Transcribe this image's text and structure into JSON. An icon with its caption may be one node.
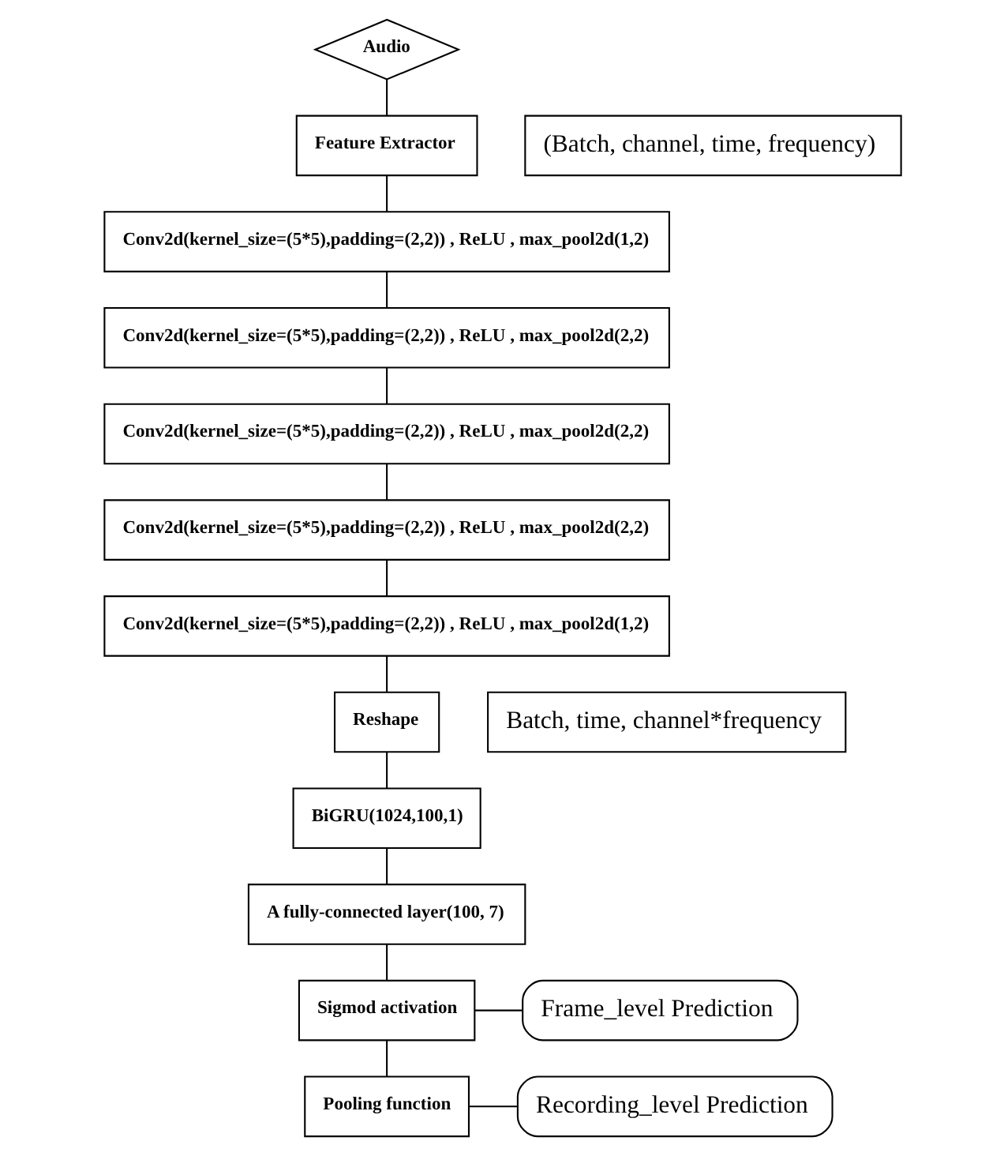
{
  "diagram": {
    "nodes": [
      {
        "text": [
          "Audio"
        ]
      },
      {
        "text": [
          "Feature Extractor"
        ]
      },
      {
        "text": [
          "(Batch, channel, time, frequency)"
        ]
      },
      {
        "text": [
          "Conv2d(kernel_size=(5*5),padding=(2,2)) , ReLU , max_pool2d(1,2)"
        ]
      },
      {
        "text": [
          "Conv2d(kernel_size=(5*5),padding=(2,2)) , ReLU , max_pool2d(2,2)"
        ]
      },
      {
        "text": [
          "Conv2d(kernel_size=(5*5),padding=(2,2)) , ReLU , max_pool2d(2,2)"
        ]
      },
      {
        "text": [
          "Conv2d(kernel_size=(5*5),padding=(2,2)) , ReLU , max_pool2d(2,2)"
        ]
      },
      {
        "text": [
          "Conv2d(kernel_size=(5*5),padding=(2,2)) , ReLU , max_pool2d(1,2)"
        ]
      },
      {
        "text": [
          "Reshape"
        ]
      },
      {
        "text": [
          "Batch, time, channel*frequency"
        ]
      },
      {
        "text": [
          "BiGRU(1024,100,1)"
        ]
      },
      {
        "text": [
          "A fully-connected layer(100, 7)"
        ]
      },
      {
        "text": [
          "Sigmod activation"
        ]
      },
      {
        "text": [
          "Frame_level Prediction"
        ]
      },
      {
        "text": [
          "Pooling function"
        ]
      },
      {
        "text": [
          "Recording_level Prediction"
        ]
      }
    ],
    "edges": [
      {
        "from": 0,
        "to": 1,
        "arrow": "none"
      },
      {
        "from": 1,
        "to": 3,
        "arrow": "none"
      },
      {
        "from": 3,
        "to": 4,
        "arrow": "none"
      },
      {
        "from": 4,
        "to": 5,
        "arrow": "none"
      },
      {
        "from": 5,
        "to": 6,
        "arrow": "none"
      },
      {
        "from": 6,
        "to": 7,
        "arrow": "none"
      },
      {
        "from": 7,
        "to": 8,
        "arrow": "none"
      },
      {
        "from": 8,
        "to": 10,
        "arrow": "none"
      },
      {
        "from": 10,
        "to": 11,
        "arrow": "none"
      },
      {
        "from": 11,
        "to": 12,
        "arrow": "none"
      },
      {
        "from": 12,
        "to": 14,
        "arrow": "none"
      },
      {
        "from": 12,
        "to": 13,
        "arrow": "none"
      },
      {
        "from": 14,
        "to": 15,
        "arrow": "none"
      }
    ]
  }
}
